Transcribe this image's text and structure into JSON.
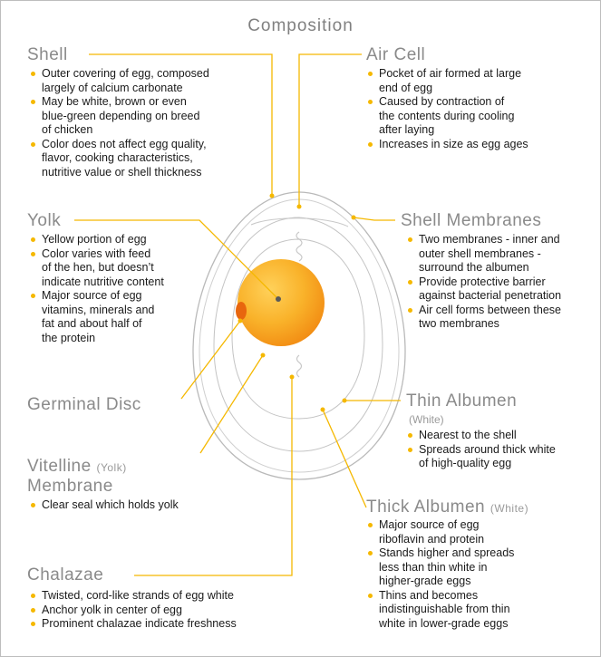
{
  "title": "Composition",
  "colors": {
    "leader": "#f5b800",
    "bullet": "#f5b800",
    "heading": "#8a8a8a",
    "yolk": "#f7a21b",
    "disc": "#e8660e"
  },
  "shell": {
    "heading": "Shell",
    "bullets": [
      "Outer covering of egg, composed\nlargely of calcium carbonate",
      "May be white, brown or even\nblue-green depending on breed\nof chicken",
      "Color does not affect egg quality,\nflavor, cooking characteristics,\nnutritive value or shell thickness"
    ]
  },
  "air_cell": {
    "heading": "Air Cell",
    "bullets": [
      "Pocket of air formed at large\nend of egg",
      "Caused by contraction of\nthe contents during cooling\nafter laying",
      "Increases in size as egg ages"
    ]
  },
  "yolk": {
    "heading": "Yolk",
    "bullets": [
      "Yellow portion of egg",
      "Color varies with feed\nof the hen, but doesn’t\nindicate nutritive content",
      "Major source of egg\nvitamins, minerals and\nfat and about half of\nthe protein"
    ]
  },
  "shell_membranes": {
    "heading": "Shell Membranes",
    "bullets": [
      "Two membranes - inner and\nouter shell membranes -\nsurround the albumen",
      "Provide protective barrier\nagainst bacterial penetration",
      "Air cell forms between these\ntwo membranes"
    ]
  },
  "germinal_disc": {
    "heading": "Germinal Disc"
  },
  "thin_albumen": {
    "heading": "Thin Albumen",
    "subheading": "(White)",
    "bullets": [
      "Nearest to the shell",
      "Spreads around thick white\nof high-quality egg"
    ]
  },
  "vitelline": {
    "heading": "Vitelline",
    "heading_sub": "(Yolk)",
    "heading2": "Membrane",
    "bullets": [
      "Clear seal which holds yolk"
    ]
  },
  "thick_albumen": {
    "heading": "Thick Albumen",
    "heading_sub": "(White)",
    "bullets": [
      "Major source of egg\nriboflavin and protein",
      "Stands higher and spreads\nless than thin white in\nhigher-grade eggs",
      "Thins and becomes\nindistinguishable from thin\nwhite in lower-grade eggs"
    ]
  },
  "chalazae": {
    "heading": "Chalazae",
    "bullets": [
      "Twisted, cord-like strands of egg white",
      "Anchor yolk in center of egg",
      "Prominent chalazae indicate freshness"
    ]
  }
}
